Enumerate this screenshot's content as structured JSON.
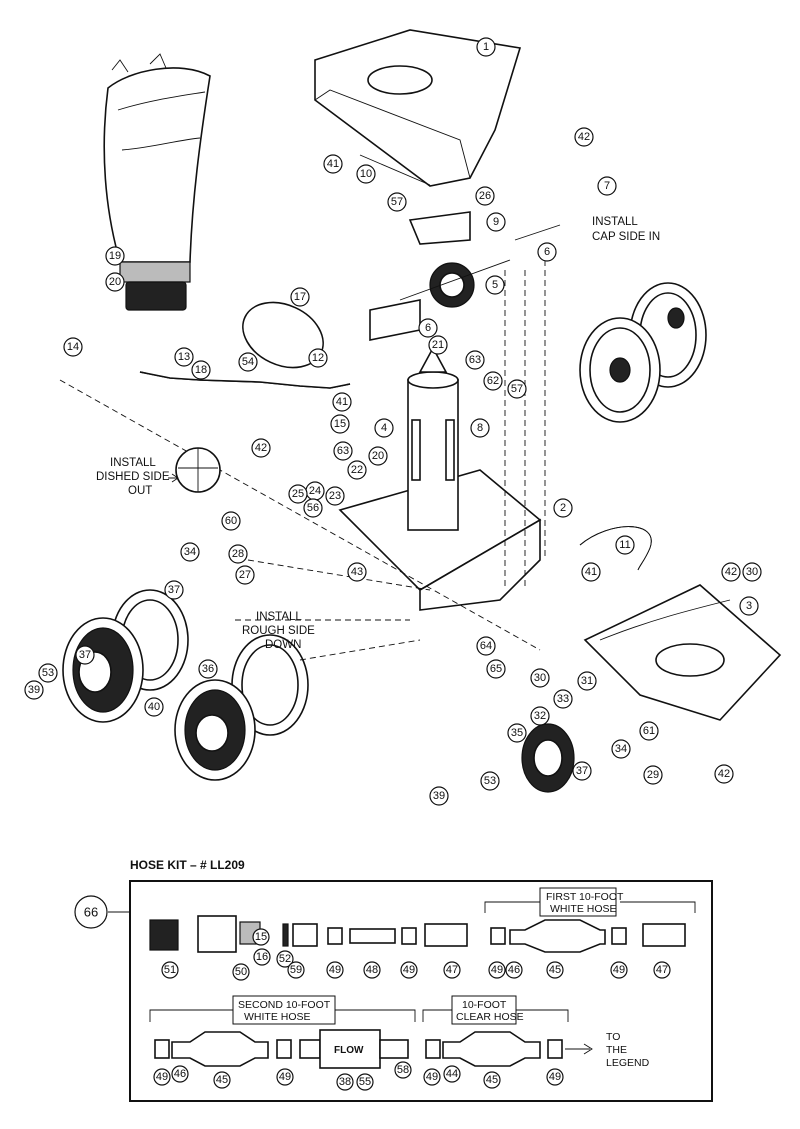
{
  "hose_kit": {
    "title": "HOSE KIT – # LL209",
    "kit_callout": "66",
    "group_labels": {
      "first_white_line1": "FIRST 10-FOOT",
      "first_white_line2": "WHITE HOSE",
      "second_white_line1": "SECOND 10-FOOT",
      "second_white_line2": "WHITE HOSE",
      "clear_line1": "10-FOOT",
      "clear_line2": "CLEAR HOSE"
    },
    "flow_label": "FLOW",
    "to_legend": [
      "TO",
      "THE",
      "LEGEND"
    ],
    "row1_callouts": [
      "51",
      "50",
      "16",
      "15",
      "52",
      "59",
      "49",
      "48",
      "49",
      "47",
      "49",
      "46",
      "45",
      "49",
      "47"
    ],
    "row2_callouts": [
      "49",
      "46",
      "45",
      "49",
      "38",
      "55",
      "58",
      "49",
      "44",
      "45",
      "49"
    ]
  },
  "notes": {
    "cap_side": [
      "INSTALL",
      "CAP SIDE IN"
    ],
    "dished_side": [
      "INSTALL",
      "DISHED SIDE",
      "OUT"
    ],
    "rough_side": [
      "INSTALL",
      "ROUGH SIDE",
      "DOWN"
    ]
  },
  "callouts": [
    "1",
    "41",
    "10",
    "42",
    "7",
    "57",
    "26",
    "9",
    "6",
    "19",
    "20",
    "5",
    "17",
    "6",
    "21",
    "14",
    "13",
    "18",
    "54",
    "12",
    "63",
    "62",
    "57",
    "41",
    "15",
    "4",
    "8",
    "42",
    "63",
    "20",
    "22",
    "23",
    "24",
    "25",
    "56",
    "2",
    "60",
    "34",
    "28",
    "27",
    "11",
    "43",
    "37",
    "41",
    "42",
    "30",
    "3",
    "64",
    "65",
    "36",
    "53",
    "39",
    "40",
    "37",
    "30",
    "31",
    "33",
    "32",
    "35",
    "61",
    "34",
    "29",
    "37",
    "53",
    "39",
    "42"
  ]
}
